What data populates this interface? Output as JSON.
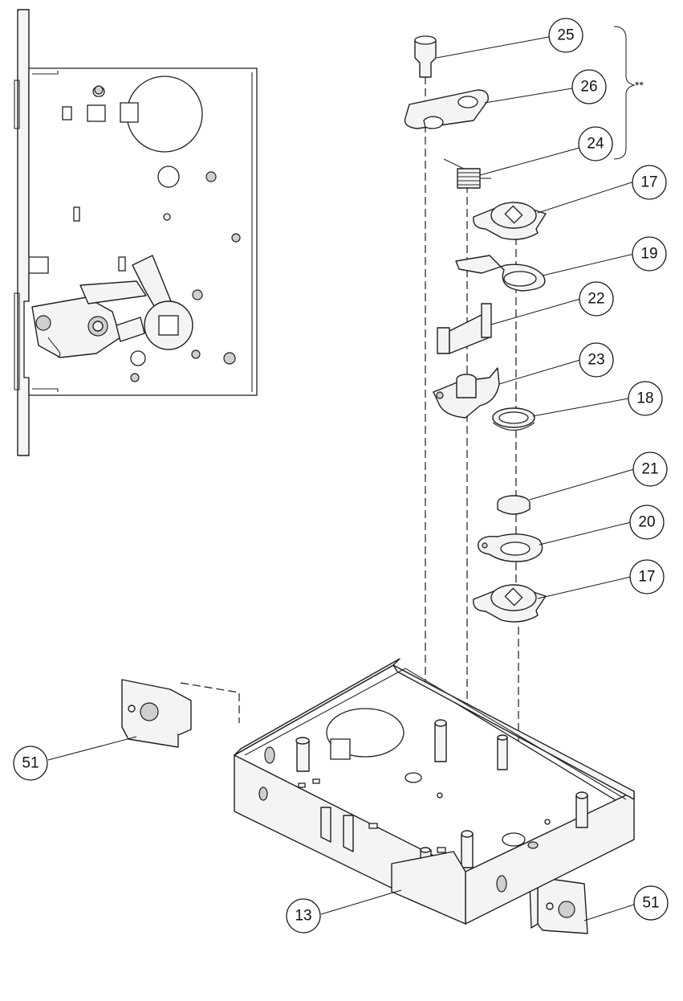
{
  "callouts": {
    "c25": "25",
    "c26": "26",
    "c24": "24",
    "c17_top": "17",
    "c19": "19",
    "c22": "22",
    "c23": "23",
    "c18": "18",
    "c21": "21",
    "c20": "20",
    "c17_bottom": "17",
    "c51_left": "51",
    "c51_right": "51",
    "c13": "13"
  },
  "bracket_note": "**"
}
